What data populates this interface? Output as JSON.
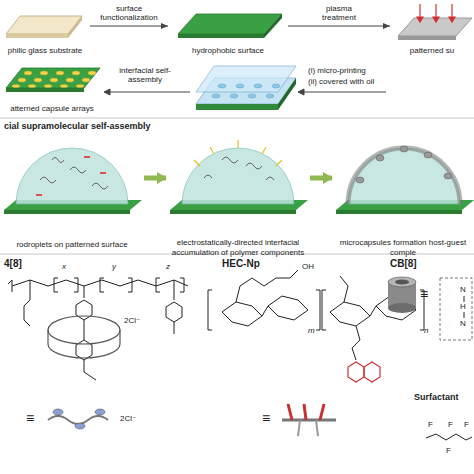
{
  "diagram": {
    "nodes": [
      {
        "text": [
          "philic glass substrate"
        ]
      },
      {
        "text": [
          "hydrophobic surface"
        ]
      },
      {
        "text": [
          "patterned su"
        ]
      },
      {
        "text": [
          "atterned capsule arrays"
        ]
      },
      {
        "text": [
          "rodroplets on patterned surface"
        ]
      },
      {
        "text": [
          "electrostatically-directed interfacial accumulation of polymer components"
        ]
      },
      {
        "text": [
          "microcapsules formation host-guest comple"
        ]
      }
    ],
    "edges": [
      {
        "from": 0,
        "to": 1,
        "arrow": "to",
        "label": "surface functionalization"
      },
      {
        "from": 1,
        "to": 2,
        "arrow": "to",
        "label": "plasma treatment"
      },
      {
        "from": 4,
        "to": 5,
        "arrow": "to"
      },
      {
        "from": 5,
        "to": 6,
        "arrow": "to"
      }
    ],
    "labels": [
      "interfacial self-assembly",
      "(i) micro-printing",
      "(ii) covered with oil",
      "cial supramolecular self-assembly",
      "4[8]",
      "x",
      "y",
      "z",
      "2Cl⁻",
      "2Cl⁻",
      "≡",
      "HEC-Np",
      "OH",
      "m",
      "n",
      "≡",
      "CB[8]",
      "≡",
      "N",
      "H",
      "N",
      "Surfactant",
      "F",
      "F",
      "F",
      "F"
    ]
  }
}
